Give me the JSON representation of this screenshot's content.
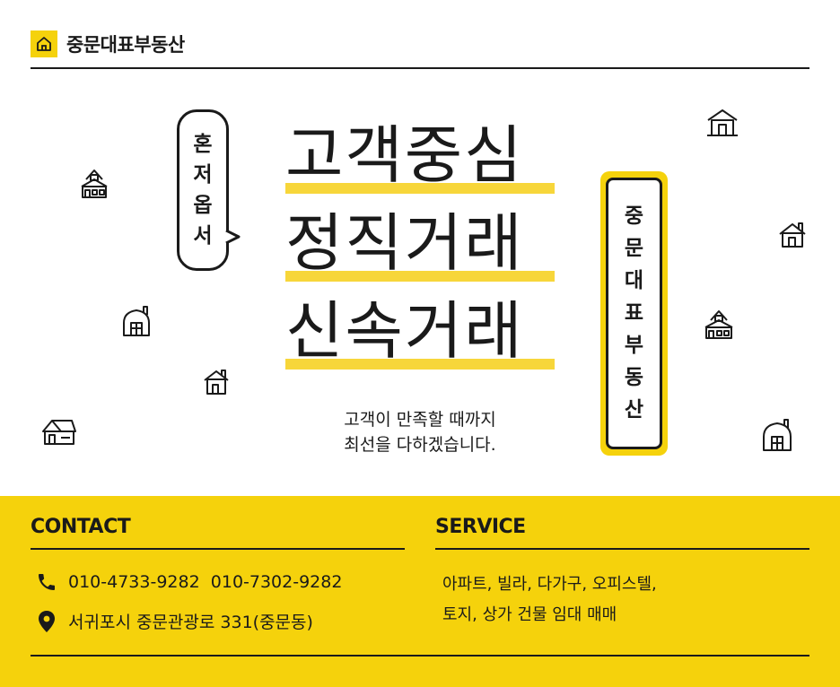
{
  "header": {
    "brand_name": "중문대표부동산",
    "brand_icon": "home-icon"
  },
  "hero": {
    "headline": [
      "고객중심",
      "정직거래",
      "신속거래"
    ],
    "subtext": [
      "고객이 만족할 때까지",
      "최선을 다하겠습니다."
    ],
    "highlight_color": "#f7d63a"
  },
  "bubble": {
    "chars": [
      "혼",
      "저",
      "옵",
      "서"
    ]
  },
  "sign": {
    "chars": [
      "중",
      "문",
      "대",
      "표",
      "부",
      "동",
      "산"
    ],
    "frame_color": "#f5d20c"
  },
  "footer": {
    "background_color": "#f5d20c",
    "contact": {
      "title": "CONTACT",
      "phone": "010-4733-9282  010-7302-9282",
      "phone_icon": "phone-icon",
      "address": "서귀포시 중문관광로 331(중문동)",
      "address_icon": "location-pin-icon"
    },
    "service": {
      "title": "SERVICE",
      "lines": [
        "아파트, 빌라, 다가구, 오피스텔,",
        "토지, 상가 건물 임대 매매"
      ]
    }
  }
}
